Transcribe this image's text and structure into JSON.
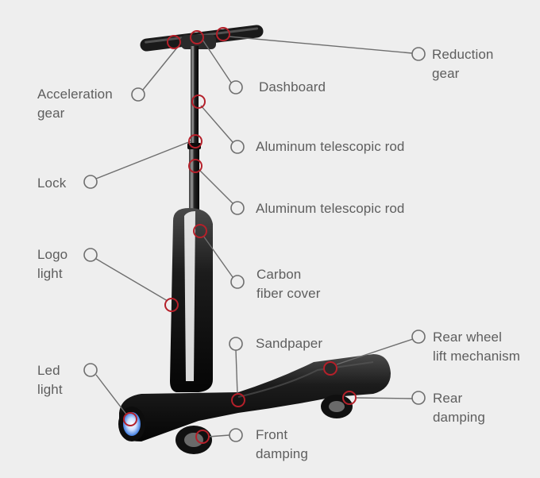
{
  "colors": {
    "background": "#eeeeee",
    "callout_line": "#6e6e6e",
    "callout_circle": "#6e6e6e",
    "marker_red": "#b5202a",
    "scooter_body": "#141414",
    "led_glow": "#7fb2ff",
    "label_text": "#5e5e5e"
  },
  "labels": [
    {
      "key": "reduction_gear",
      "text": "Reduction\ngear"
    },
    {
      "key": "acceleration_gear",
      "text": "Acceleration\ngear"
    },
    {
      "key": "dashboard",
      "text": "Dashboard"
    },
    {
      "key": "aluminum_rod_1",
      "text": "Aluminum telescopic rod"
    },
    {
      "key": "lock",
      "text": "Lock"
    },
    {
      "key": "aluminum_rod_2",
      "text": "Aluminum telescopic rod"
    },
    {
      "key": "logo_light",
      "text": "Logo\nlight"
    },
    {
      "key": "carbon_fiber_cover",
      "text": "Carbon\nfiber cover"
    },
    {
      "key": "sandpaper",
      "text": "Sandpaper"
    },
    {
      "key": "rear_wheel_lift",
      "text": "Rear wheel\nlift mechanism"
    },
    {
      "key": "led_light",
      "text": "Led\nlight"
    },
    {
      "key": "rear_damping",
      "text": "Rear\ndamping"
    },
    {
      "key": "front_damping",
      "text": "Front\ndamping"
    }
  ]
}
